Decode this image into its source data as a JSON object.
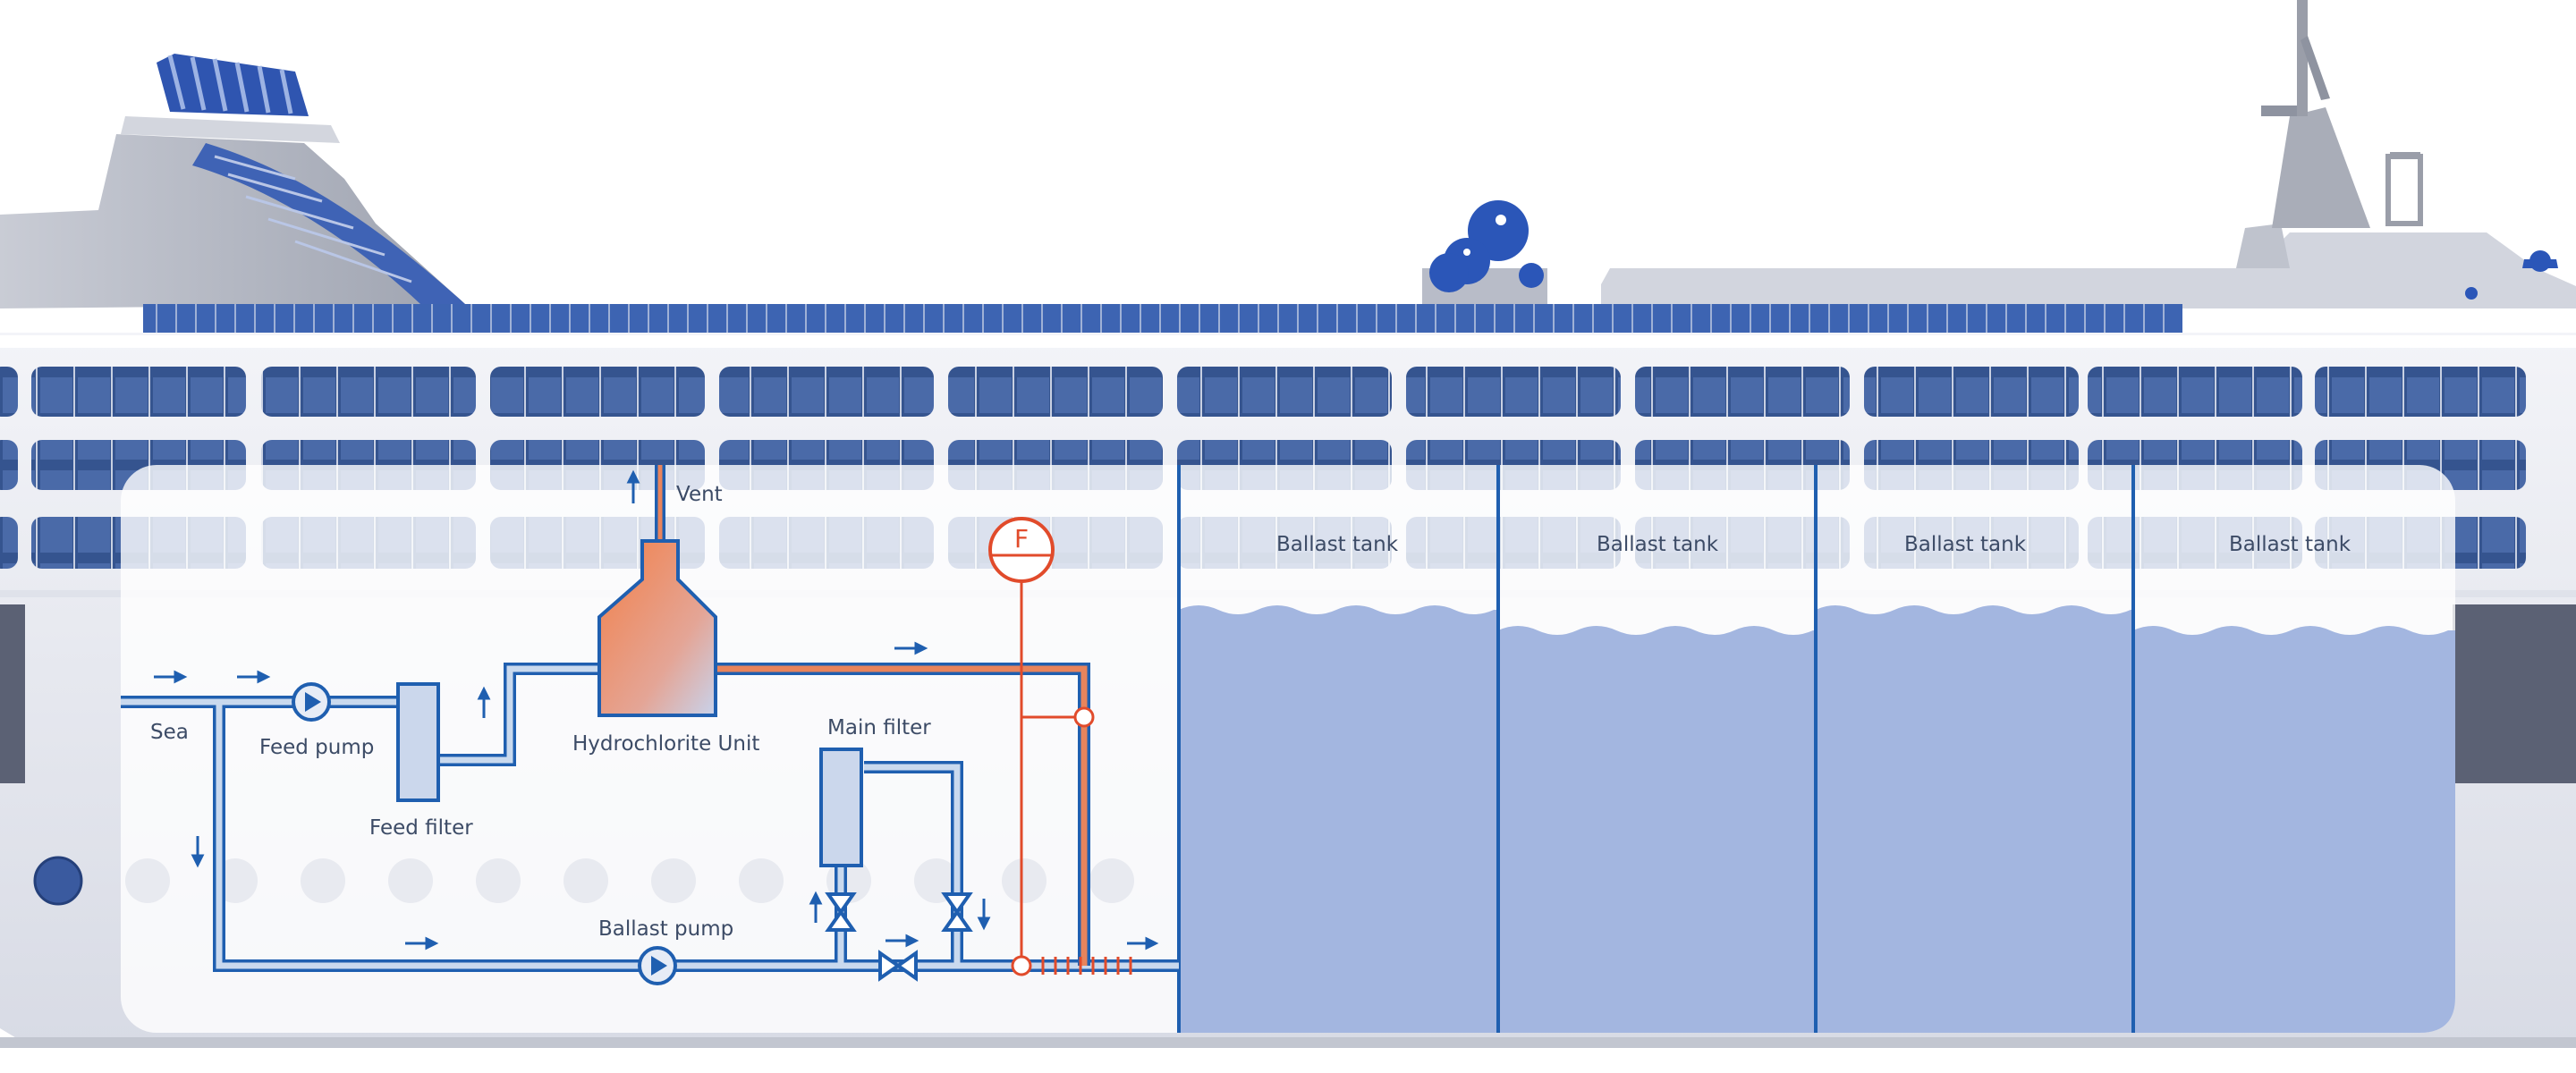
{
  "labels": {
    "sea": "Sea",
    "feed_pump": "Feed pump",
    "feed_filter": "Feed filter",
    "hydrochlorite_unit": "Hydrochlorite Unit",
    "vent": "Vent",
    "main_filter": "Main filter",
    "ballast_pump": "Ballast pump",
    "flow_meter": "F",
    "ballast_tanks": [
      "Ballast tank",
      "Ballast tank",
      "Ballast tank",
      "Ballast tank"
    ]
  },
  "colors": {
    "pipe_blue": "#1f5fb0",
    "pipe_fill": "#c9d9ee",
    "chemical_orange": "#e8845c",
    "water": "#a3b6e0",
    "hull": "#eceef4",
    "ship_blue": "#2d4f96",
    "label_text": "#3c4b66"
  },
  "icons": {
    "pump": "pump-icon",
    "valve": "valve-icon",
    "flow_meter": "flow-meter-icon",
    "arrow": "flow-arrow-icon"
  }
}
